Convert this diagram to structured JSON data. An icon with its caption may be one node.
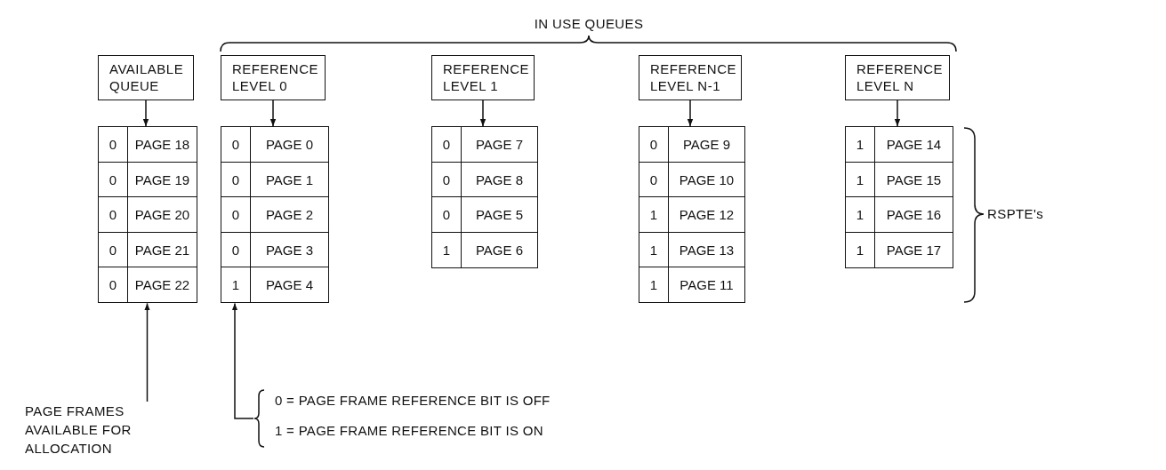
{
  "diagram": {
    "nodes": [
      {
        "text": [
          "AVAILABLE QUEUE"
        ]
      },
      {
        "text": [
          "0",
          "PAGE 18"
        ]
      },
      {
        "text": [
          "0",
          "PAGE 19"
        ]
      },
      {
        "text": [
          "0",
          "PAGE 20"
        ]
      },
      {
        "text": [
          "0",
          "PAGE 21"
        ]
      },
      {
        "text": [
          "0",
          "PAGE 22"
        ]
      },
      {
        "text": [
          "REFERENCE LEVEL 0"
        ]
      },
      {
        "text": [
          "0",
          "PAGE 0"
        ]
      },
      {
        "text": [
          "0",
          "PAGE 1"
        ]
      },
      {
        "text": [
          "0",
          "PAGE 2"
        ]
      },
      {
        "text": [
          "0",
          "PAGE 3"
        ]
      },
      {
        "text": [
          "1",
          "PAGE 4"
        ]
      },
      {
        "text": [
          "REFERENCE LEVEL 1"
        ]
      },
      {
        "text": [
          "0",
          "PAGE 7"
        ]
      },
      {
        "text": [
          "0",
          "PAGE 8"
        ]
      },
      {
        "text": [
          "0",
          "PAGE 5"
        ]
      },
      {
        "text": [
          "1",
          "PAGE 6"
        ]
      },
      {
        "text": [
          "REFERENCE LEVEL N-1"
        ]
      },
      {
        "text": [
          "0",
          "PAGE 9"
        ]
      },
      {
        "text": [
          "0",
          "PAGE 10"
        ]
      },
      {
        "text": [
          "1",
          "PAGE 12"
        ]
      },
      {
        "text": [
          "1",
          "PAGE 13"
        ]
      },
      {
        "text": [
          "1",
          "PAGE 11"
        ]
      },
      {
        "text": [
          "REFERENCE LEVEL N"
        ]
      },
      {
        "text": [
          "1",
          "PAGE 14"
        ]
      },
      {
        "text": [
          "1",
          "PAGE 15"
        ]
      },
      {
        "text": [
          "1",
          "PAGE 16"
        ]
      },
      {
        "text": [
          "1",
          "PAGE 17"
        ]
      },
      {
        "text": [
          "PAGE FRAMES AVAILABLE FOR ALLOCATION"
        ]
      },
      {
        "text": [
          "0 = PAGE FRAME REFERENCE BIT IS OFF",
          "1 = PAGE FRAME REFERENCE BIT IS ON"
        ]
      }
    ],
    "edges": [
      {
        "from": 0,
        "to": 1,
        "arrow": "to"
      },
      {
        "from": 6,
        "to": 7,
        "arrow": "to"
      },
      {
        "from": 12,
        "to": 13,
        "arrow": "to"
      },
      {
        "from": 17,
        "to": 18,
        "arrow": "to"
      },
      {
        "from": 23,
        "to": 24,
        "arrow": "to"
      },
      {
        "from": 28,
        "to": 5,
        "arrow": "to"
      },
      {
        "from": 29,
        "to": 11,
        "arrow": "to"
      }
    ],
    "labels": [
      "IN USE QUEUES",
      "RSPTE's"
    ]
  }
}
